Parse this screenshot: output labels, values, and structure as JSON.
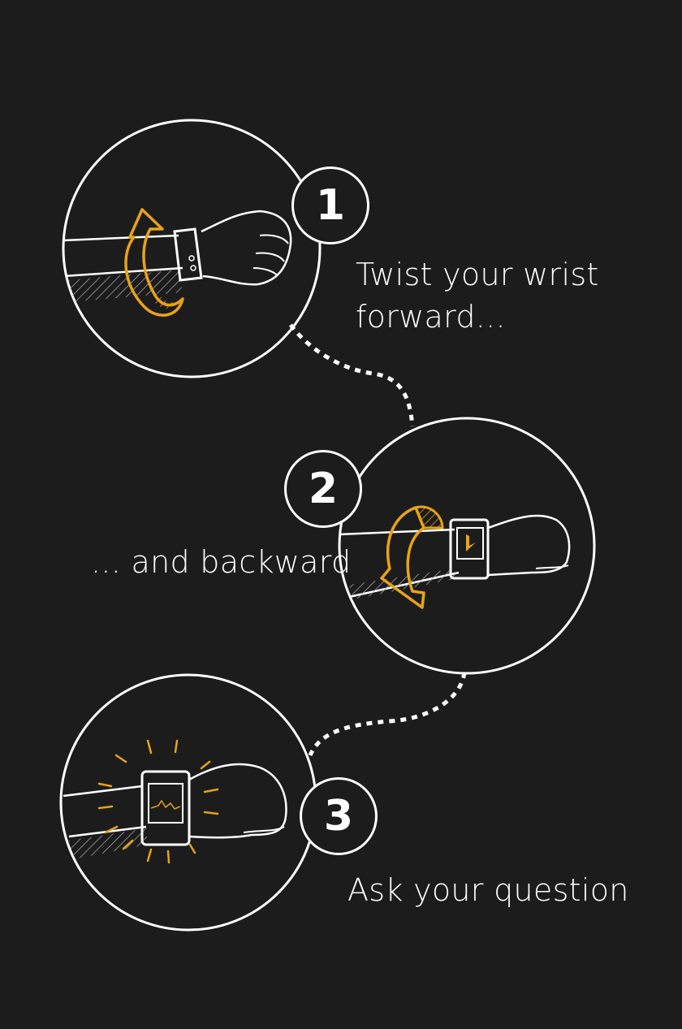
{
  "theme": {
    "background": "#1c1c1c",
    "line": "#ffffff",
    "accent": "#e8a317"
  },
  "steps": [
    {
      "number": "1",
      "caption_line1": "Twist your wrist",
      "caption_line2": "forward...",
      "illustration": "wrist-twist-forward"
    },
    {
      "number": "2",
      "caption": "... and backward",
      "illustration": "wrist-twist-backward",
      "watch_icon": "bing-logo-icon"
    },
    {
      "number": "3",
      "caption": "Ask your question",
      "illustration": "watch-listening",
      "watch_icon": "voice-waveform-icon"
    }
  ]
}
